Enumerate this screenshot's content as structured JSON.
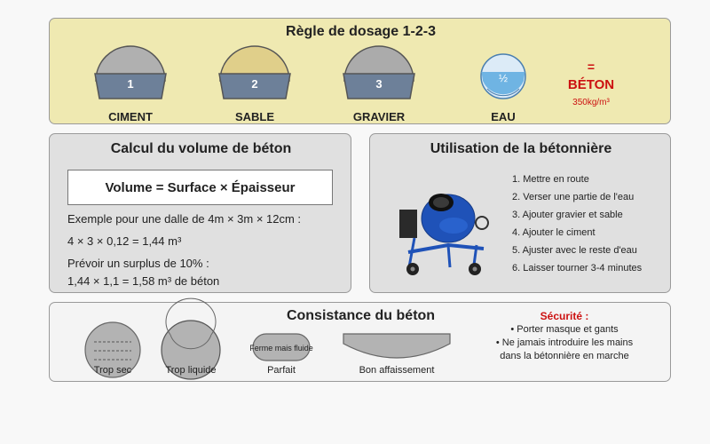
{
  "dosage": {
    "title": "Règle de dosage 1-2-3",
    "items": [
      {
        "ratio": "1",
        "label": "CIMENT",
        "top_color": "#b0b0b0"
      },
      {
        "ratio": "2",
        "label": "SABLE",
        "top_color": "#e0cf8a"
      },
      {
        "ratio": "3",
        "label": "GRAVIER",
        "top_color": "#ababab"
      }
    ],
    "water": {
      "ratio": "½",
      "label": "EAU",
      "color": "#6fb4e3"
    },
    "result": {
      "equals": "=",
      "label": "BÉTON",
      "sub": "350kg/m³",
      "color": "#cc1111"
    }
  },
  "calcul": {
    "title": "Calcul du volume de béton",
    "formula": "Volume = Surface × Épaisseur",
    "example": "Exemple pour une dalle de 4m × 3m × 12cm :",
    "example_calc": "4 × 3 × 0,12 = 1,44 m³",
    "surplus": "Prévoir un surplus de 10% :",
    "surplus_calc": "1,44 × 1,1 = 1,58 m³ de béton"
  },
  "utilisation": {
    "title": "Utilisation de la bétonnière",
    "steps": [
      "1. Mettre en route",
      "2. Verser une partie de l'eau",
      "3. Ajouter gravier et sable",
      "4. Ajouter le ciment",
      "5. Ajuster avec le reste d'eau",
      "6. Laisser tourner 3-4 minutes"
    ],
    "mixer_color": "#1f52b8"
  },
  "consistance": {
    "title": "Consistance du béton",
    "items": [
      {
        "label": "Trop sec"
      },
      {
        "label": "Trop liquide"
      },
      {
        "label": "Parfait",
        "inner": "Ferme mais fluide"
      },
      {
        "label": "Bon affaissement"
      }
    ],
    "security": {
      "title": "Sécurité :",
      "lines": [
        "• Porter masque et gants",
        "• Ne jamais introduire les mains",
        "dans la bétonnière en marche"
      ]
    }
  }
}
